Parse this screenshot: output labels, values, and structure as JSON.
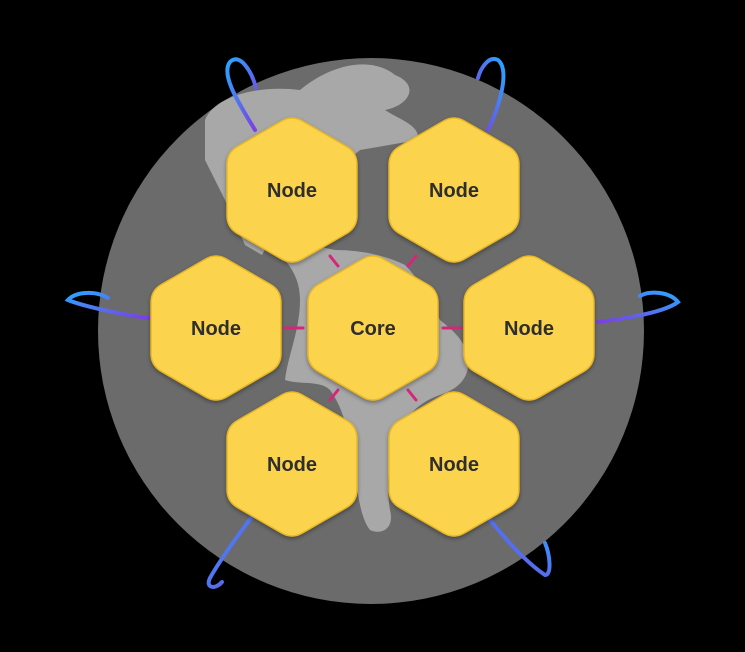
{
  "diagram": {
    "core": {
      "label": "Core"
    },
    "nodes": [
      {
        "label": "Node",
        "position": "top-left"
      },
      {
        "label": "Node",
        "position": "top-right"
      },
      {
        "label": "Node",
        "position": "left"
      },
      {
        "label": "Node",
        "position": "right"
      },
      {
        "label": "Node",
        "position": "bottom-left"
      },
      {
        "label": "Node",
        "position": "bottom-right"
      }
    ],
    "colors": {
      "background": "#000000",
      "globe": "#6b6b6b",
      "landmass": "#a9a9a9",
      "hexagon": "#fcd34d",
      "hexagon_stroke": "#e9b824",
      "connector": "#d6267a",
      "orbit_start": "#2aa5ff",
      "orbit_end": "#7b3fe0"
    }
  }
}
